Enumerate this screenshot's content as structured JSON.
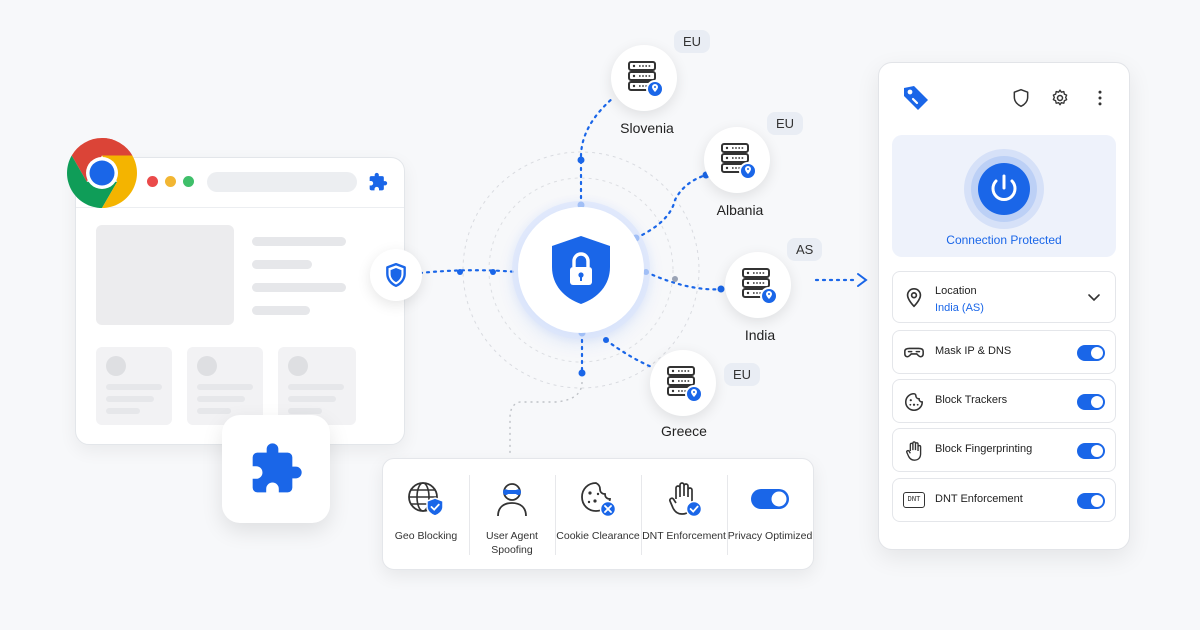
{
  "colors": {
    "accent": "#1a66e8",
    "background": "#f7f8fa"
  },
  "network": {
    "servers": [
      {
        "name": "Slovenia",
        "region": "EU"
      },
      {
        "name": "Albania",
        "region": "EU"
      },
      {
        "name": "India",
        "region": "AS"
      },
      {
        "name": "Greece",
        "region": "EU"
      }
    ]
  },
  "features": [
    {
      "label": "Geo Blocking",
      "icon": "globe-shield-icon"
    },
    {
      "label": "User Agent Spoofing",
      "icon": "user-mask-icon"
    },
    {
      "label": "Cookie Clearance",
      "icon": "cookie-x-icon"
    },
    {
      "label": "DNT Enforcement",
      "icon": "hand-check-icon"
    },
    {
      "label": "Privacy Optimized",
      "icon": "toggle-icon"
    }
  ],
  "panel": {
    "status": "Connection Protected",
    "location": {
      "label": "Location",
      "value": "India (AS)"
    },
    "toggles": [
      {
        "label": "Mask IP & DNS",
        "icon": "mask-icon",
        "on": true
      },
      {
        "label": "Block Trackers",
        "icon": "cookie-icon",
        "on": true
      },
      {
        "label": "Block Fingerprinting",
        "icon": "hand-icon",
        "on": true
      },
      {
        "label": "DNT Enforcement",
        "icon": "dnt-icon",
        "on": true
      }
    ],
    "dnt_badge": "DNT"
  }
}
